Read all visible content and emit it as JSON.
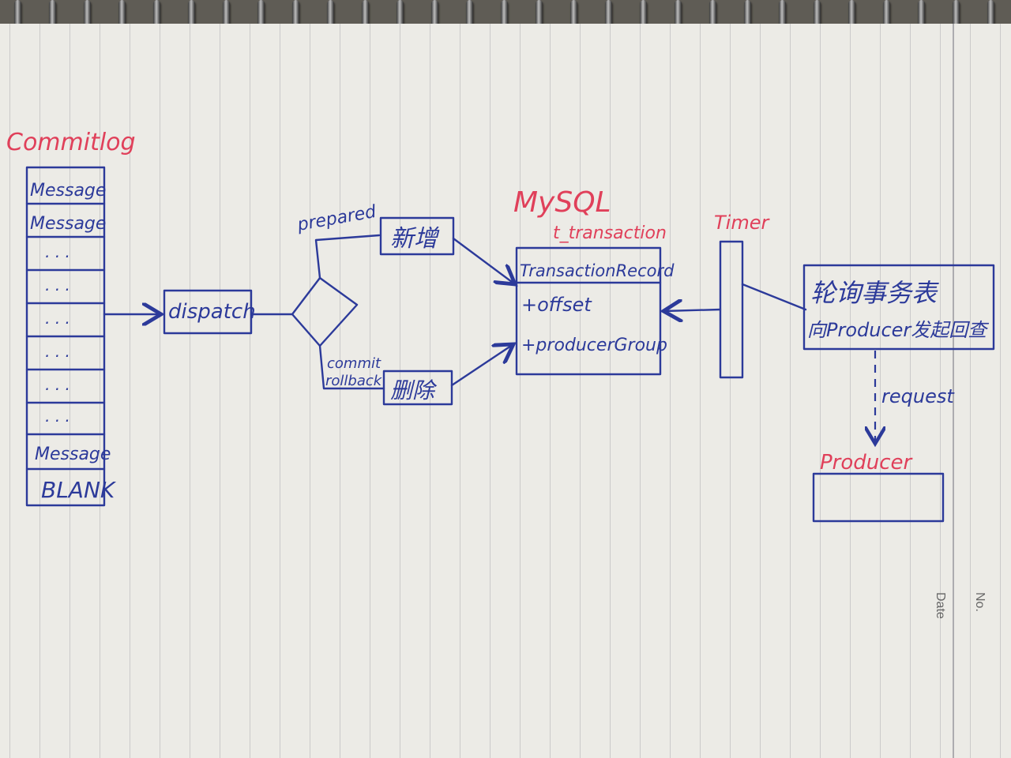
{
  "commitlog": {
    "title": "Commitlog",
    "cells": [
      "Message",
      "Message",
      "· · ·",
      "· · ·",
      "· · ·",
      "· · ·",
      "· · ·",
      "· · ·",
      "Message",
      "BLANK"
    ]
  },
  "dispatch": {
    "label": "dispatch"
  },
  "decision": {
    "prepared_label": "prepared",
    "commit_label": "commit",
    "rollback_label": "rollback"
  },
  "actions": {
    "add_label": "新增",
    "delete_label": "删除"
  },
  "mysql": {
    "title": "MySQL",
    "table_name": "t_transaction",
    "class_name": "TransactionRecord",
    "fields": [
      "+offset",
      "+producerGroup"
    ]
  },
  "timer": {
    "label": "Timer"
  },
  "poll_box": {
    "line1": "轮询事务表",
    "line2": "向Producer发起回查"
  },
  "request": {
    "label": "request"
  },
  "producer": {
    "label": "Producer"
  },
  "notebook": {
    "no_label": "No.",
    "date_label": "Date"
  },
  "colors": {
    "ink_blue": "#2c3a9a",
    "ink_red": "#e0405a",
    "paper": "#ecebe6"
  }
}
